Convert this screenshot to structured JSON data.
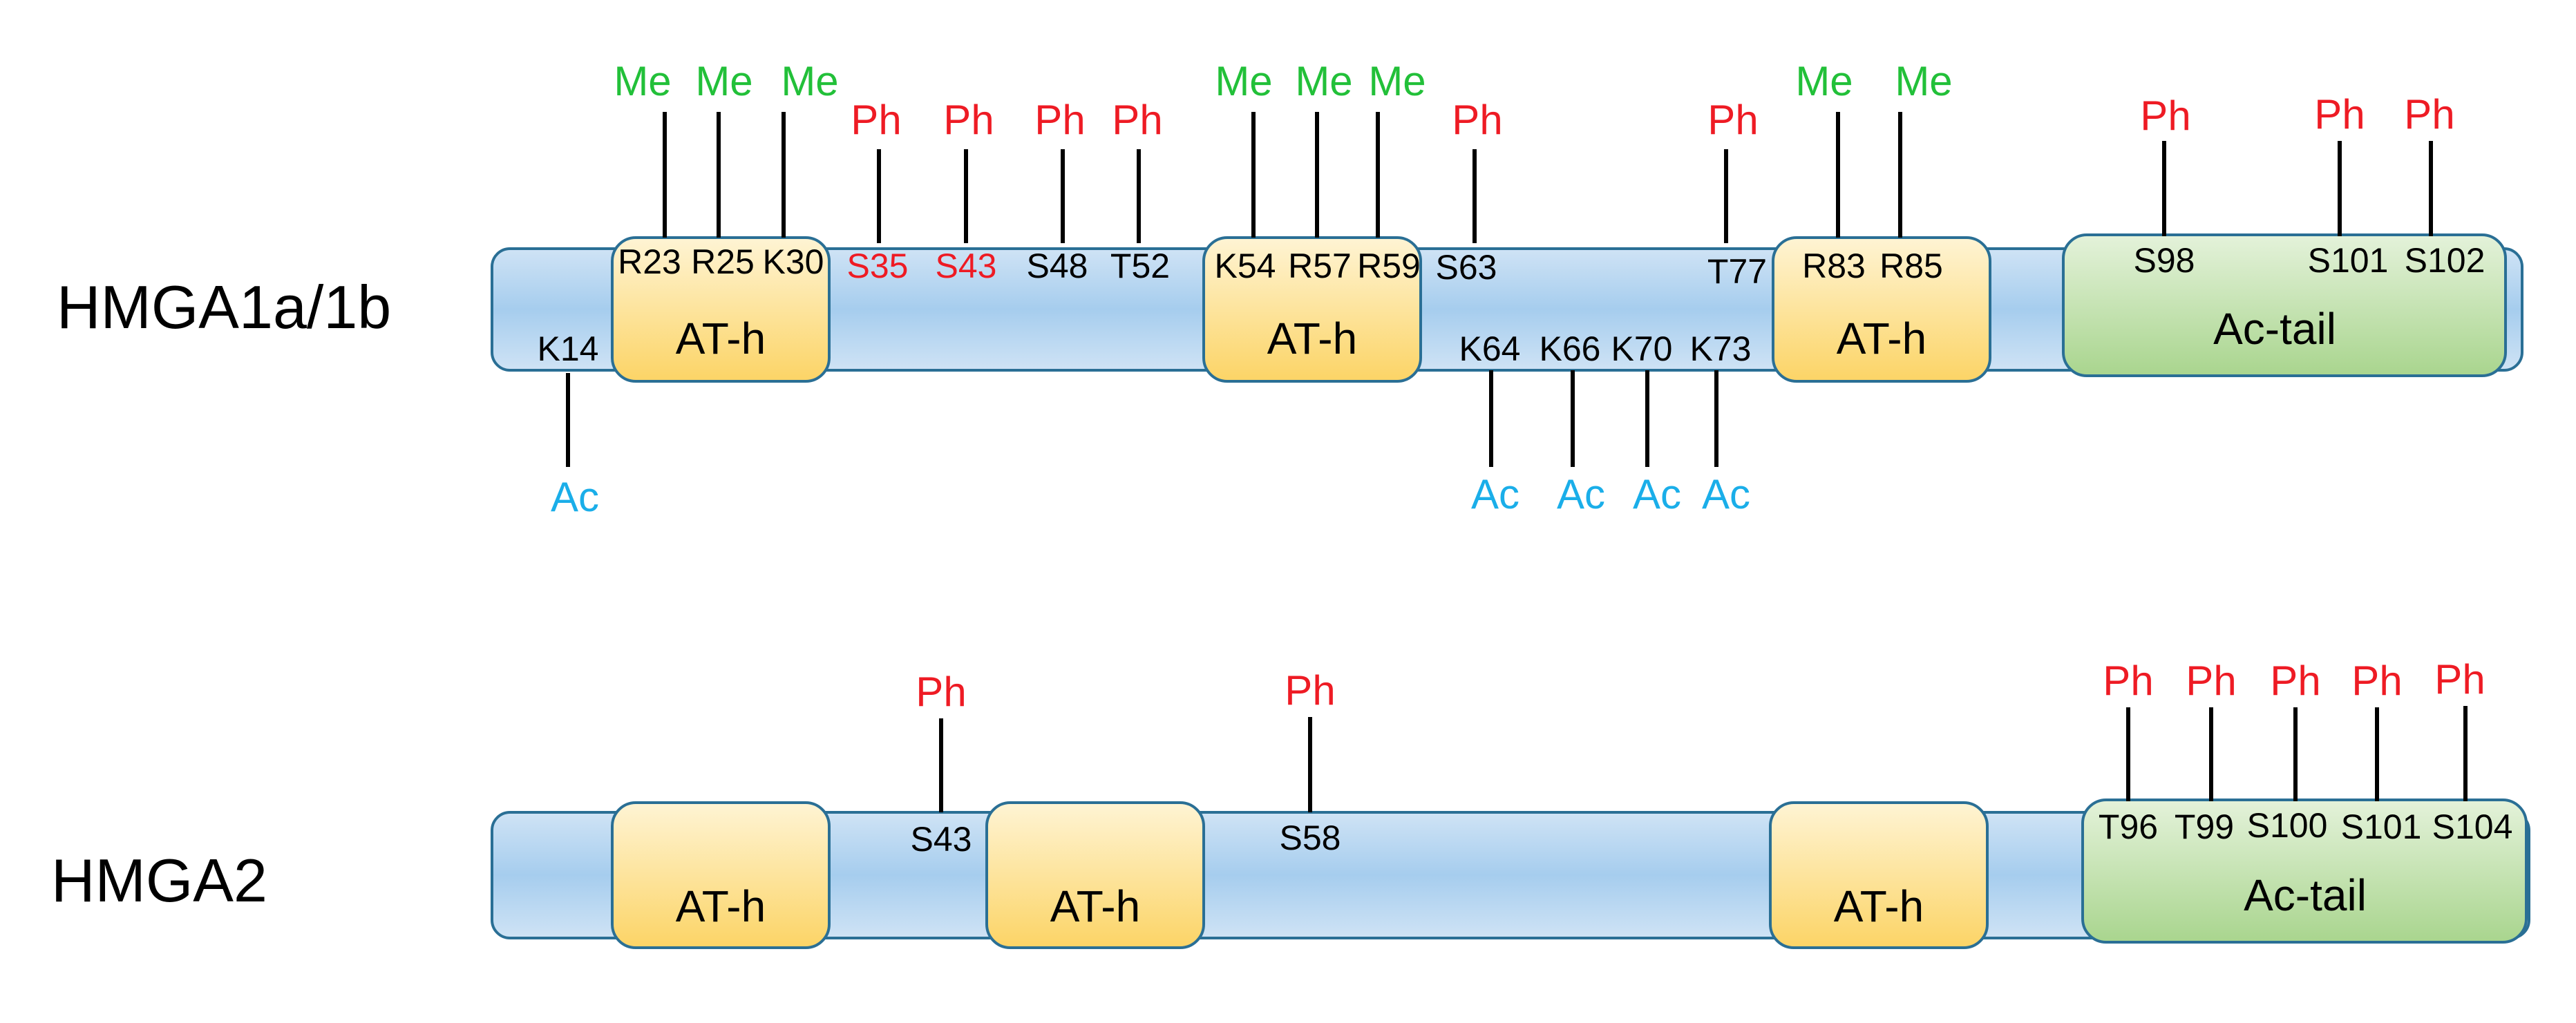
{
  "colors": {
    "Me": "#22c039",
    "Ph": "#ee1b24",
    "Ac": "#1aaee9",
    "site": "#000000",
    "site_red": "#ee1b24"
  },
  "proteins": [
    {
      "name": "HMGA1a/1b",
      "domains": [
        {
          "label": "AT-h",
          "type": "at-hook"
        },
        {
          "label": "AT-h",
          "type": "at-hook"
        },
        {
          "label": "AT-h",
          "type": "at-hook"
        },
        {
          "label": "Ac-tail",
          "type": "acidic-tail"
        }
      ],
      "sites": [
        {
          "residue": "K14",
          "mod": "Ac",
          "side": "below"
        },
        {
          "residue": "R23",
          "mod": "Me",
          "side": "above"
        },
        {
          "residue": "R25",
          "mod": "Me",
          "side": "above"
        },
        {
          "residue": "K30",
          "mod": "Me",
          "side": "above"
        },
        {
          "residue": "S35",
          "mod": "Ph",
          "side": "above",
          "highlight": true
        },
        {
          "residue": "S43",
          "mod": "Ph",
          "side": "above",
          "highlight": true
        },
        {
          "residue": "S48",
          "mod": "Ph",
          "side": "above"
        },
        {
          "residue": "T52",
          "mod": "Ph",
          "side": "above"
        },
        {
          "residue": "K54",
          "mod": "Me",
          "side": "above"
        },
        {
          "residue": "R57",
          "mod": "Me",
          "side": "above"
        },
        {
          "residue": "R59",
          "mod": "Me",
          "side": "above"
        },
        {
          "residue": "S63",
          "mod": "Ph",
          "side": "above"
        },
        {
          "residue": "K64",
          "mod": "Ac",
          "side": "below"
        },
        {
          "residue": "K66",
          "mod": "Ac",
          "side": "below"
        },
        {
          "residue": "K70",
          "mod": "Ac",
          "side": "below"
        },
        {
          "residue": "K73",
          "mod": "Ac",
          "side": "below"
        },
        {
          "residue": "T77",
          "mod": "Ph",
          "side": "above"
        },
        {
          "residue": "R83",
          "mod": "Me",
          "side": "above"
        },
        {
          "residue": "R85",
          "mod": "Me",
          "side": "above"
        },
        {
          "residue": "S98",
          "mod": "Ph",
          "side": "above"
        },
        {
          "residue": "S101",
          "mod": "Ph",
          "side": "above"
        },
        {
          "residue": "S102",
          "mod": "Ph",
          "side": "above"
        }
      ]
    },
    {
      "name": "HMGA2",
      "domains": [
        {
          "label": "AT-h",
          "type": "at-hook"
        },
        {
          "label": "AT-h",
          "type": "at-hook"
        },
        {
          "label": "AT-h",
          "type": "at-hook"
        },
        {
          "label": "Ac-tail",
          "type": "acidic-tail"
        }
      ],
      "sites": [
        {
          "residue": "S43",
          "mod": "Ph",
          "side": "above"
        },
        {
          "residue": "S58",
          "mod": "Ph",
          "side": "above"
        },
        {
          "residue": "T96",
          "mod": "Ph",
          "side": "above"
        },
        {
          "residue": "T99",
          "mod": "Ph",
          "side": "above"
        },
        {
          "residue": "S100",
          "mod": "Ph",
          "side": "above"
        },
        {
          "residue": "S101",
          "mod": "Ph",
          "side": "above"
        },
        {
          "residue": "S104",
          "mod": "Ph",
          "side": "above"
        }
      ]
    }
  ]
}
